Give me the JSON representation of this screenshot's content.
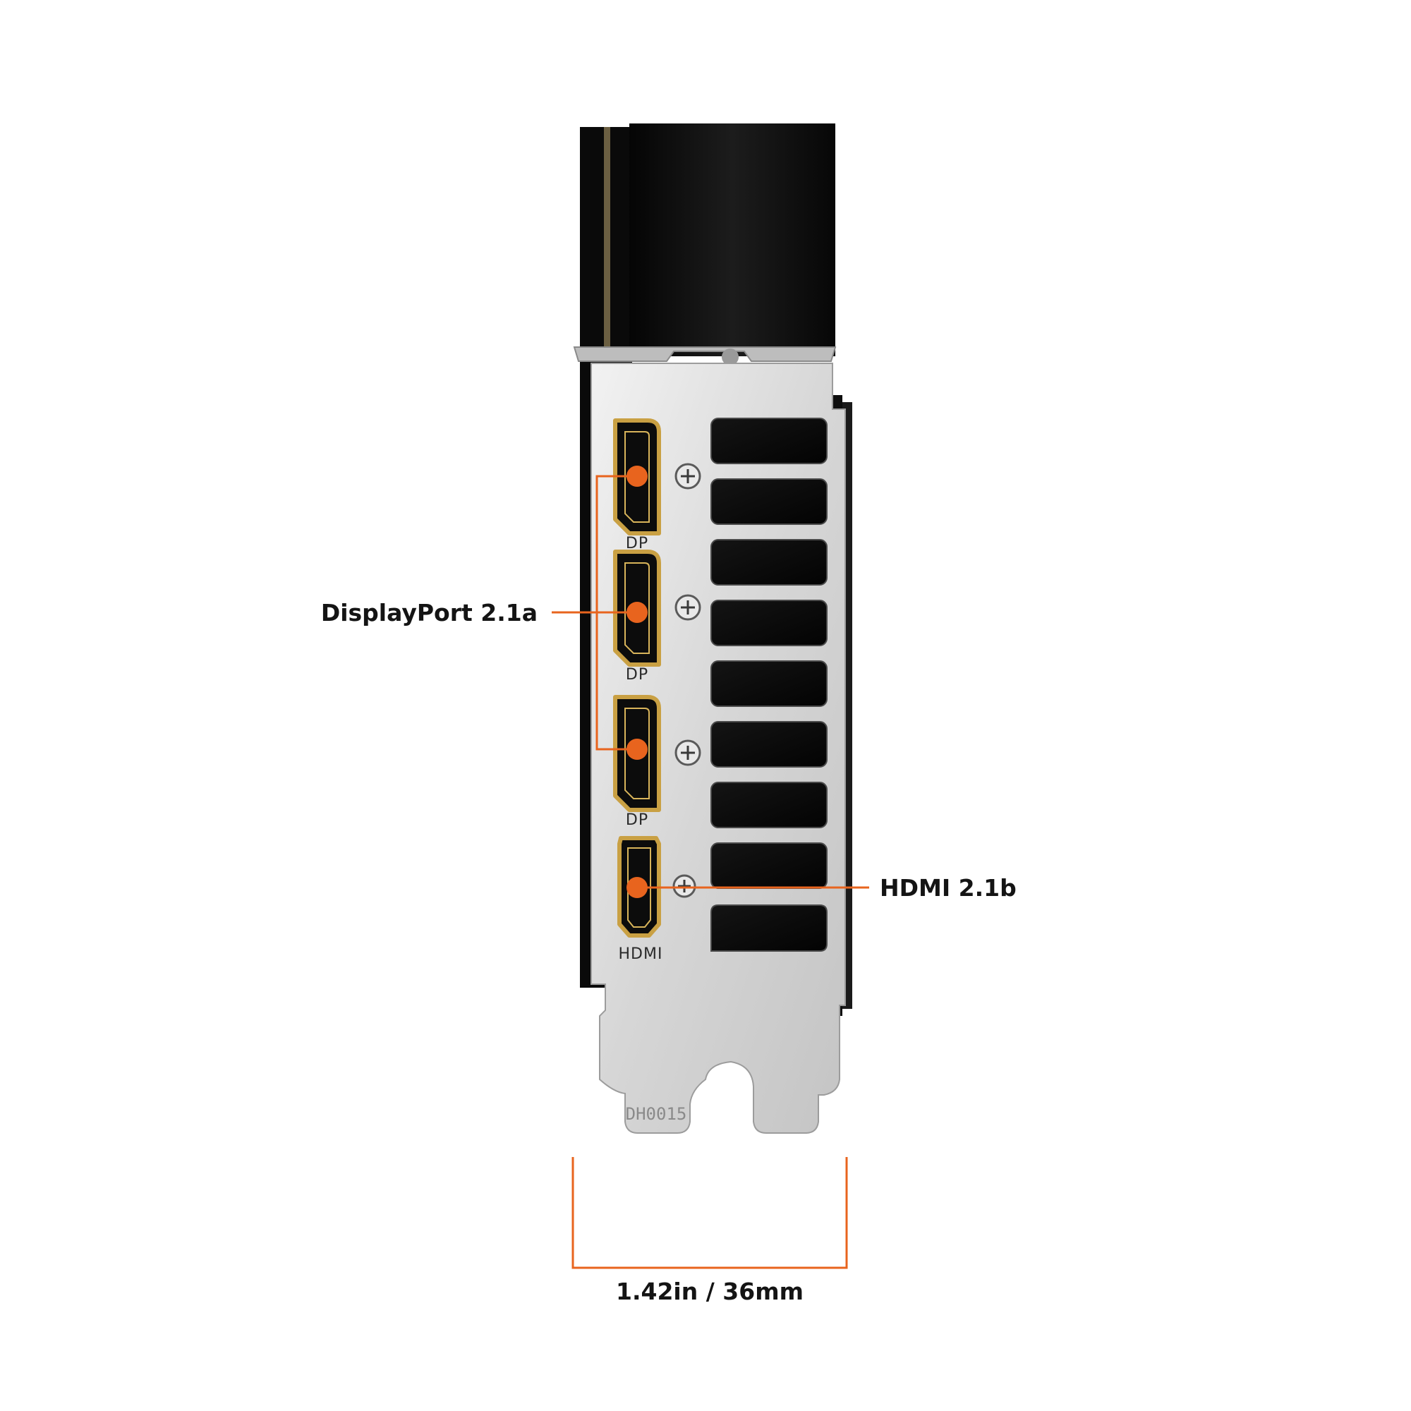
{
  "callouts": {
    "displayport": "DisplayPort 2.1a",
    "hdmi": "HDMI 2.1b"
  },
  "dimension": {
    "label": "1.42in / 36mm"
  },
  "port_labels": {
    "dp": "DP",
    "hdmi": "HDMI"
  },
  "bracket_stamp": "DH0015",
  "colors": {
    "accent": "#E8641E",
    "bracket": "#d9d9d9",
    "heatsink": "#111111",
    "gold": "#c9a043"
  },
  "icons": {
    "screw": "screw-icon",
    "marker": "orange-dot-marker"
  }
}
